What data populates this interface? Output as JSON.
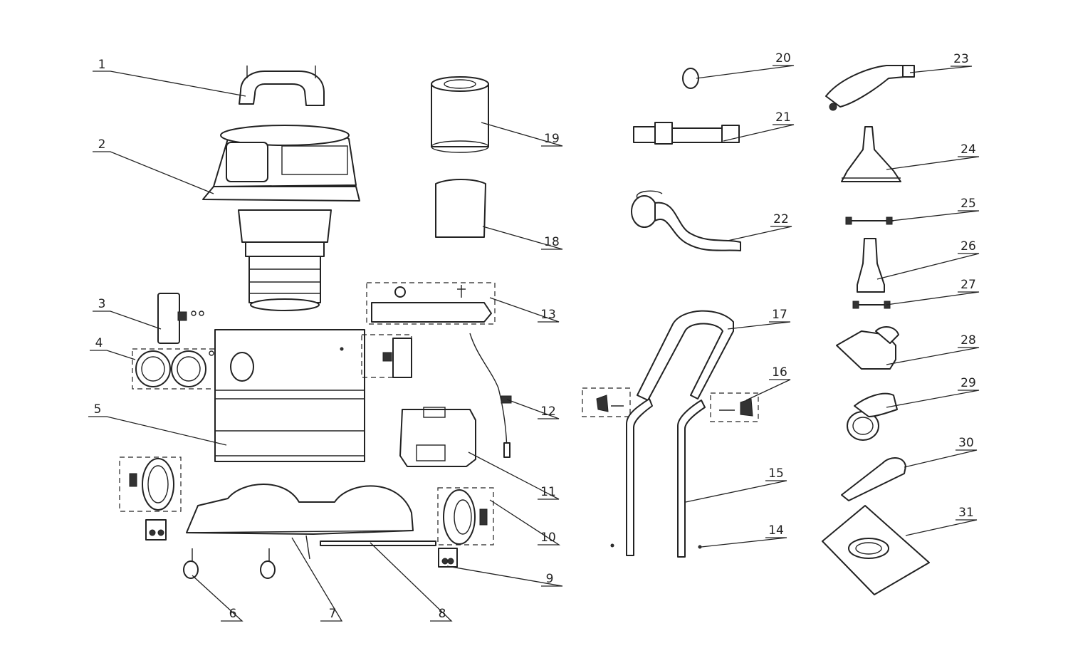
{
  "diagram": {
    "title": "",
    "callouts": [
      {
        "id": "1",
        "label": "1"
      },
      {
        "id": "2",
        "label": "2"
      },
      {
        "id": "3",
        "label": "3"
      },
      {
        "id": "4",
        "label": "4"
      },
      {
        "id": "5",
        "label": "5"
      },
      {
        "id": "6",
        "label": "6"
      },
      {
        "id": "7",
        "label": "7"
      },
      {
        "id": "8",
        "label": "8"
      },
      {
        "id": "9",
        "label": "9"
      },
      {
        "id": "10",
        "label": "10"
      },
      {
        "id": "11",
        "label": "11"
      },
      {
        "id": "12",
        "label": "12"
      },
      {
        "id": "13",
        "label": "13"
      },
      {
        "id": "14",
        "label": "14"
      },
      {
        "id": "15",
        "label": "15"
      },
      {
        "id": "16",
        "label": "16"
      },
      {
        "id": "17",
        "label": "17"
      },
      {
        "id": "18",
        "label": "18"
      },
      {
        "id": "19",
        "label": "19"
      },
      {
        "id": "20",
        "label": "20"
      },
      {
        "id": "21",
        "label": "21"
      },
      {
        "id": "22",
        "label": "22"
      },
      {
        "id": "23",
        "label": "23"
      },
      {
        "id": "24",
        "label": "24"
      },
      {
        "id": "25",
        "label": "25"
      },
      {
        "id": "26",
        "label": "26"
      },
      {
        "id": "27",
        "label": "27"
      },
      {
        "id": "28",
        "label": "28"
      },
      {
        "id": "29",
        "label": "29"
      },
      {
        "id": "30",
        "label": "30"
      },
      {
        "id": "31",
        "label": "31"
      }
    ]
  }
}
